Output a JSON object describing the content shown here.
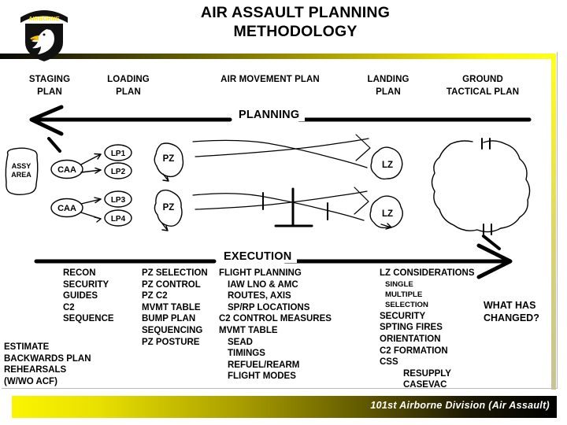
{
  "header": {
    "title_line1": "AIR ASSAULT PLANNING",
    "title_line2": "METHODOLOGY",
    "patch_tab_text": "AIRBORNE",
    "patch_name": "101st-airborne-screaming-eagle-patch"
  },
  "columns": [
    {
      "line1": "STAGING",
      "line2": "PLAN"
    },
    {
      "line1": "LOADING",
      "line2": "PLAN"
    },
    {
      "line1": "AIR MOVEMENT PLAN",
      "line2": ""
    },
    {
      "line1": "LANDING",
      "line2": "PLAN"
    },
    {
      "line1": "GROUND",
      "line2": "TACTICAL PLAN"
    }
  ],
  "bands": {
    "planning": "PLANNING",
    "execution": "EXECUTION"
  },
  "diagram": {
    "assembly_area": "ASSY\nAREA",
    "assembly_area_line1": "ASSY",
    "assembly_area_line2": "AREA",
    "caa_1": "CAA",
    "caa_2": "CAA",
    "lp_1": "LP1",
    "lp_2": "LP2",
    "lp_3": "LP3",
    "lp_4": "LP4",
    "pz_1": "PZ",
    "pz_2": "PZ",
    "lz_1": "LZ",
    "lz_2": "LZ",
    "boundary_marker_top": "II",
    "boundary_marker_bottom": "II"
  },
  "execution_columns": {
    "recon": [
      {
        "text": "RECON",
        "level": 0
      },
      {
        "text": "SECURITY",
        "level": 0
      },
      {
        "text": "GUIDES",
        "level": 0
      },
      {
        "text": "C2",
        "level": 0
      },
      {
        "text": "SEQUENCE",
        "level": 0
      }
    ],
    "pz": [
      {
        "text": "PZ SELECTION",
        "level": 0
      },
      {
        "text": "PZ CONTROL",
        "level": 0
      },
      {
        "text": "PZ C2",
        "level": 0
      },
      {
        "text": "MVMT TABLE",
        "level": 0
      },
      {
        "text": "BUMP PLAN",
        "level": 0
      },
      {
        "text": "SEQUENCING",
        "level": 0
      },
      {
        "text": "PZ POSTURE",
        "level": 0
      }
    ],
    "flight": [
      {
        "text": "FLIGHT PLANNING",
        "level": 0
      },
      {
        "text": "IAW LNO & AMC",
        "level": 1
      },
      {
        "text": "ROUTES, AXIS",
        "level": 1
      },
      {
        "text": "SP/RP LOCATIONS",
        "level": 1
      },
      {
        "text": "C2 CONTROL MEASURES",
        "level": 0
      },
      {
        "text": "MVMT TABLE",
        "level": 0
      },
      {
        "text": "SEAD",
        "level": 1
      },
      {
        "text": "TIMINGS",
        "level": 1
      },
      {
        "text": "REFUEL/REARM",
        "level": 1
      },
      {
        "text": "FLIGHT MODES",
        "level": 1
      }
    ],
    "lz": [
      {
        "text": "LZ CONSIDERATIONS",
        "level": 0
      },
      {
        "text": "SINGLE",
        "level": 3
      },
      {
        "text": "MULTIPLE",
        "level": 3
      },
      {
        "text": "SELECTION",
        "level": 3
      },
      {
        "text": "SECURITY",
        "level": 0
      },
      {
        "text": "SPTING FIRES",
        "level": 0
      },
      {
        "text": "ORIENTATION",
        "level": 0
      },
      {
        "text": "C2 FORMATION",
        "level": 0
      },
      {
        "text": "CSS",
        "level": 0
      },
      {
        "text": "RESUPPLY",
        "level": 2
      },
      {
        "text": "CASEVAC",
        "level": 2
      }
    ]
  },
  "bottom_left": [
    "ESTIMATE",
    "BACKWARDS PLAN",
    "REHEARSALS",
    "(W/WO ACF)"
  ],
  "callout": {
    "line1": "WHAT HAS",
    "line2": "CHANGED?"
  },
  "footer": {
    "text": "101st Airborne Division (Air Assault)"
  },
  "colors": {
    "accent_yellow": "#ffff1c",
    "bar_dark": "#070707",
    "footer_text": "#ffffff",
    "ink": "#000000"
  }
}
